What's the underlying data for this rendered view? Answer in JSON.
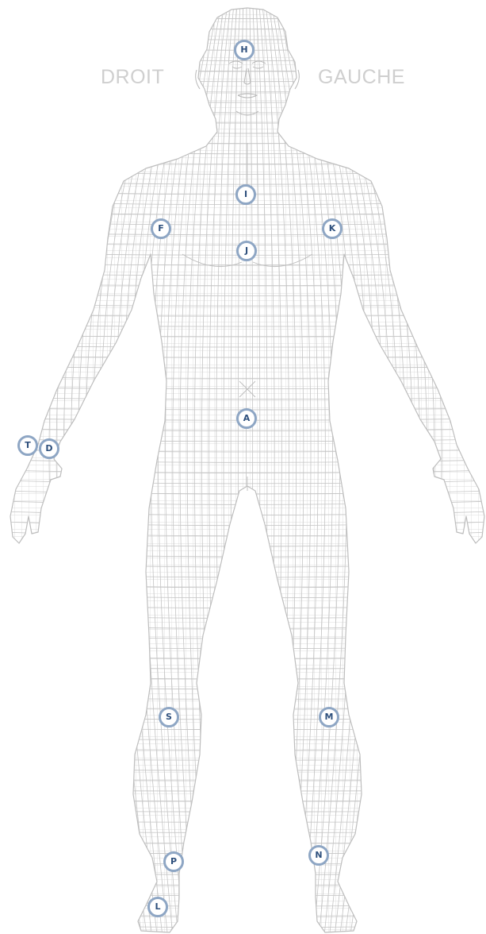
{
  "labels": {
    "right_side": "DROIT",
    "left_side": "GAUCHE"
  },
  "markers": {
    "H": "H",
    "I": "I",
    "F": "F",
    "K": "K",
    "J": "J",
    "A": "A",
    "T": "T",
    "D": "D",
    "S": "S",
    "M": "M",
    "N": "N",
    "P": "P",
    "L": "L"
  },
  "colors": {
    "side_label": "#cfcfcf",
    "mesh_line": "#c9c9c9",
    "marker_ring": "#8ea6c4",
    "marker_text": "#2d4f7c"
  }
}
